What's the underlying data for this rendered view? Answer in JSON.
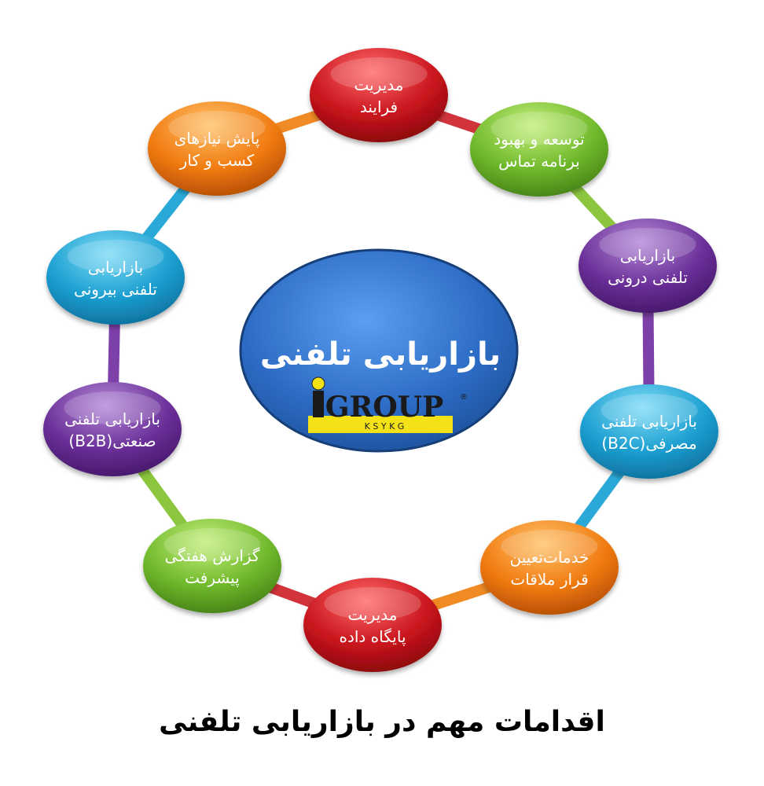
{
  "center": {
    "title": "بازاریابی تلفنی",
    "logo_word": "GROUP",
    "logo_sub": "K S Y K G",
    "logo_mark": "®"
  },
  "nodes": [
    {
      "lines": [
        "مدیریت",
        "فرایند"
      ],
      "color": "#c8141c",
      "light": "#ff6a6a",
      "dark": "#7a0508"
    },
    {
      "lines": [
        "توسعه و بهبود",
        "برنامه تماس"
      ],
      "color": "#6fb92b",
      "light": "#c4ee7a",
      "dark": "#3c7512"
    },
    {
      "lines": [
        "بازاریابی",
        "تلفنی درونی"
      ],
      "color": "#6a2f98",
      "light": "#b48ad8",
      "dark": "#3d1160"
    },
    {
      "lines": [
        "بازاریابی تلفنی",
        "مصرفی(B2C)"
      ],
      "color": "#1b9ed0",
      "light": "#7fdcf6",
      "dark": "#0b6792"
    },
    {
      "lines": [
        "خدمات‌تعیین",
        "قرار ملاقات"
      ],
      "color": "#f07a10",
      "light": "#ffc26a",
      "dark": "#a84400"
    },
    {
      "lines": [
        "مدیریت",
        "پایگاه داده"
      ],
      "color": "#c8141c",
      "light": "#ff6a6a",
      "dark": "#7a0508"
    },
    {
      "lines": [
        "گزارش هفتگی",
        "پیشرفت"
      ],
      "color": "#6fb92b",
      "light": "#c4ee7a",
      "dark": "#3c7512"
    },
    {
      "lines": [
        "بازاریابی تلفنی",
        "صنعتی(B2B)"
      ],
      "color": "#6a2f98",
      "light": "#b48ad8",
      "dark": "#3d1160"
    },
    {
      "lines": [
        "بازاریابی",
        "تلفنی بیرونی"
      ],
      "color": "#1b9ed0",
      "light": "#7fdcf6",
      "dark": "#0b6792"
    },
    {
      "lines": [
        "پایش نیازهای",
        "کسب و کار"
      ],
      "color": "#f07a10",
      "light": "#ffc26a",
      "dark": "#a84400"
    }
  ],
  "ring_colors": [
    "#d1343a",
    "#8cc63f",
    "#7d3fa8",
    "#2aa9d8",
    "#f08a24",
    "#d1343a",
    "#8cc63f",
    "#7d3fa8",
    "#2aa9d8",
    "#f08a24"
  ],
  "caption": "اقدامات مهم در بازاریابی تلفنی"
}
